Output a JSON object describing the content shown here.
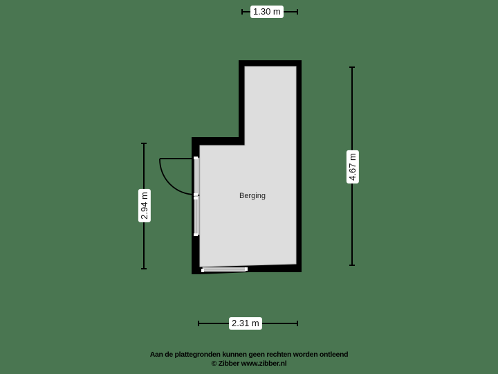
{
  "floorplan": {
    "background_color": "#4a7651",
    "wall_color": "#000000",
    "floor_color": "#dddddd",
    "rooms": [
      {
        "label": "Berging"
      }
    ],
    "dimensions": {
      "top": "1.30 m",
      "right": "4.67 m",
      "left": "2.94 m",
      "bottom": "2.31 m"
    }
  },
  "footer": {
    "disclaimer": "Aan de plattegronden kunnen geen rechten worden ontleend",
    "copyright": "© Zibber www.zibber.nl"
  }
}
